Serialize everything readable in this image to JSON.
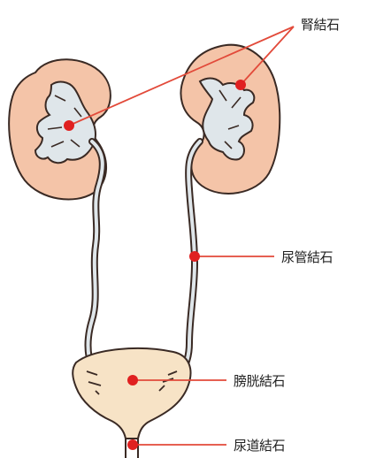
{
  "labels": {
    "kidney_stone": "腎結石",
    "ureter_stone": "尿管結石",
    "bladder_stone": "膀胱結石",
    "urethra_stone": "尿道結石"
  },
  "colors": {
    "kidney_fill": "#f4c4a8",
    "kidney_outline": "#3a2a24",
    "pelvis_fill": "#dfe6ea",
    "bladder_fill": "#f7e3c6",
    "stone_dot": "#e02020",
    "leader_line": "#e24a3a"
  }
}
